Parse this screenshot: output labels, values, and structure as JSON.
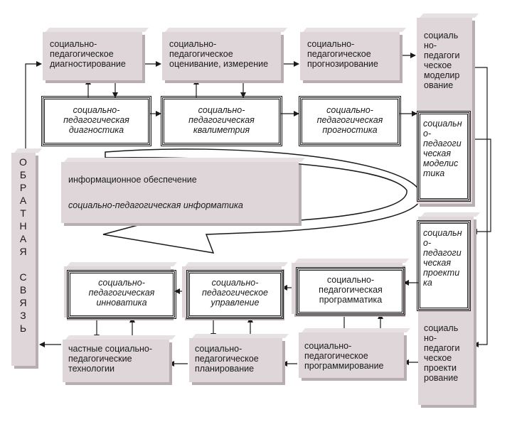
{
  "diagnostirovanie": "социально-\nпедагогическое\nдиагностирование",
  "ocenivanie": "социально-\nпедагогическое\nоценивание, измерение",
  "prognozirovanie": "социально-\nпедагогическое\nпрогнозирование",
  "modelirovanie": "социаль\nно-\nпедагоги\nческое\nмоделир\nование",
  "diagnostika": "социально-\nпедагогическая\nдиагностика",
  "kvalimetriya": "социально-\nпедагогическая\nквалиметрия",
  "prognostika": "социально-\nпедагогическая\nпрогностика",
  "modelistika": "социальн\nо-\nпедагоги\nческая\nмоделис\nтика",
  "info_obespechenie": "информационное обеспечение",
  "informatika": "социально-педагогическая информатика",
  "feedback": "О\nБ\nР\nА\nТ\nН\nА\nЯ\n\nС\nВ\nЯ\nЗ\nЬ",
  "proektika": "социальн\nо-\nпедагоги\nческая\nпроекти\nка",
  "innovatika": "социально-\nпедагогическая\nинноватика",
  "upravlenie": "социально-\nпедагогическое\nуправление",
  "programmatika": "социально-\nпедагогическая\nпрограмматика",
  "proektirovanie": "социаль\nно-\nпедагоги\nческое\nпроекти\nрование",
  "tehnologii": "частные   социально-\nпедагогические\nтехнологии",
  "planirovanie": "социально-\nпедагогическое\nпланирование",
  "programmirovanie": "социально-\nпедагогическое\nпрограммирование"
}
